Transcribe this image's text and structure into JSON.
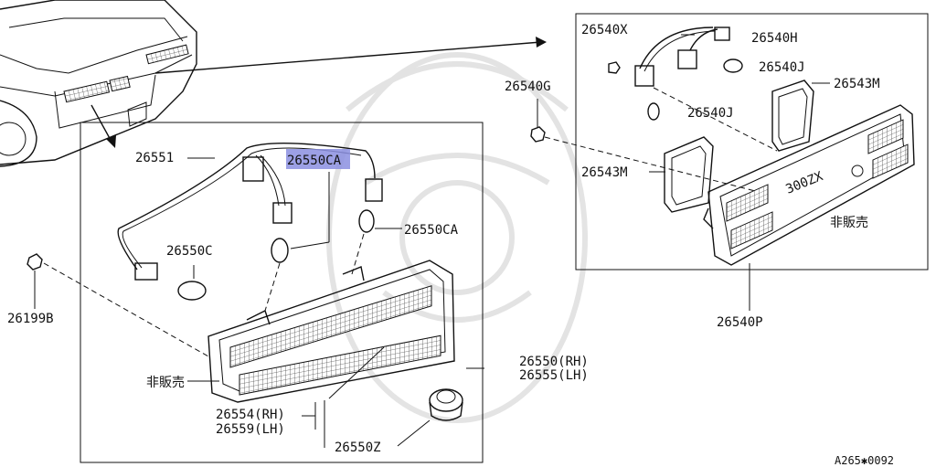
{
  "labels": {
    "p26551": "26551",
    "p26550ca_top": "26550CA",
    "p26550ca_side": "26550CA",
    "p26550c": "26550C",
    "p26199b": "26199B",
    "p26550_rh": "26550(RH)",
    "p26555_lh": "26555(LH)",
    "p26554_rh": "26554(RH)",
    "p26559_lh": "26559(LH)",
    "p26550z": "26550Z",
    "not_for_sale_left": "非販売",
    "p26540x": "26540X",
    "p26540h": "26540H",
    "p26540j_top": "26540J",
    "p26540j_mid": "26540J",
    "p26540g": "26540G",
    "p26543m_top": "26543M",
    "p26543m_left": "26543M",
    "not_for_sale_right": "非販売",
    "p26540p": "26540P",
    "badge": "300ZX",
    "ref_code": "A265✱0092"
  },
  "highlight": {
    "color": "#8b8fe0"
  }
}
